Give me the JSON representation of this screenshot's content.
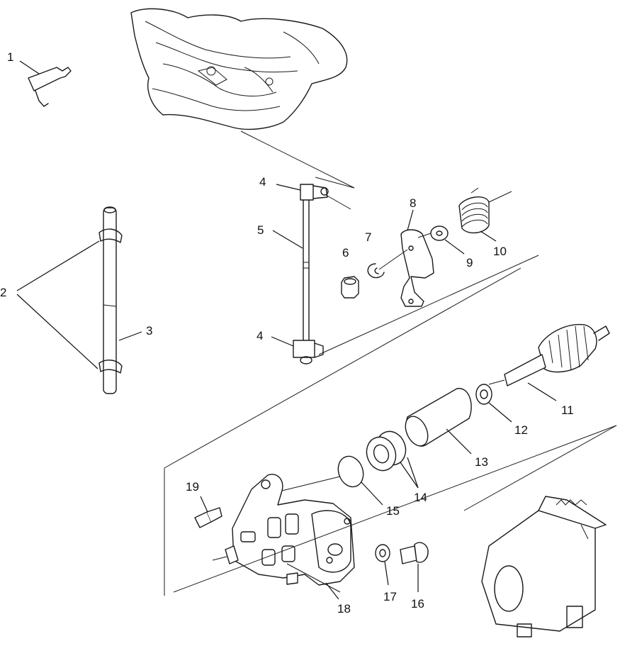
{
  "labels": {
    "l1": "1",
    "l2": "2",
    "l3": "3",
    "l4a": "4",
    "l4b": "4",
    "l5": "5",
    "l6": "6",
    "l7": "7",
    "l8": "8",
    "l9": "9",
    "l10": "10",
    "l11": "11",
    "l12": "12",
    "l13": "13",
    "l14": "14",
    "l15": "15",
    "l16": "16",
    "l17": "17",
    "l18": "18",
    "l19": "19"
  }
}
